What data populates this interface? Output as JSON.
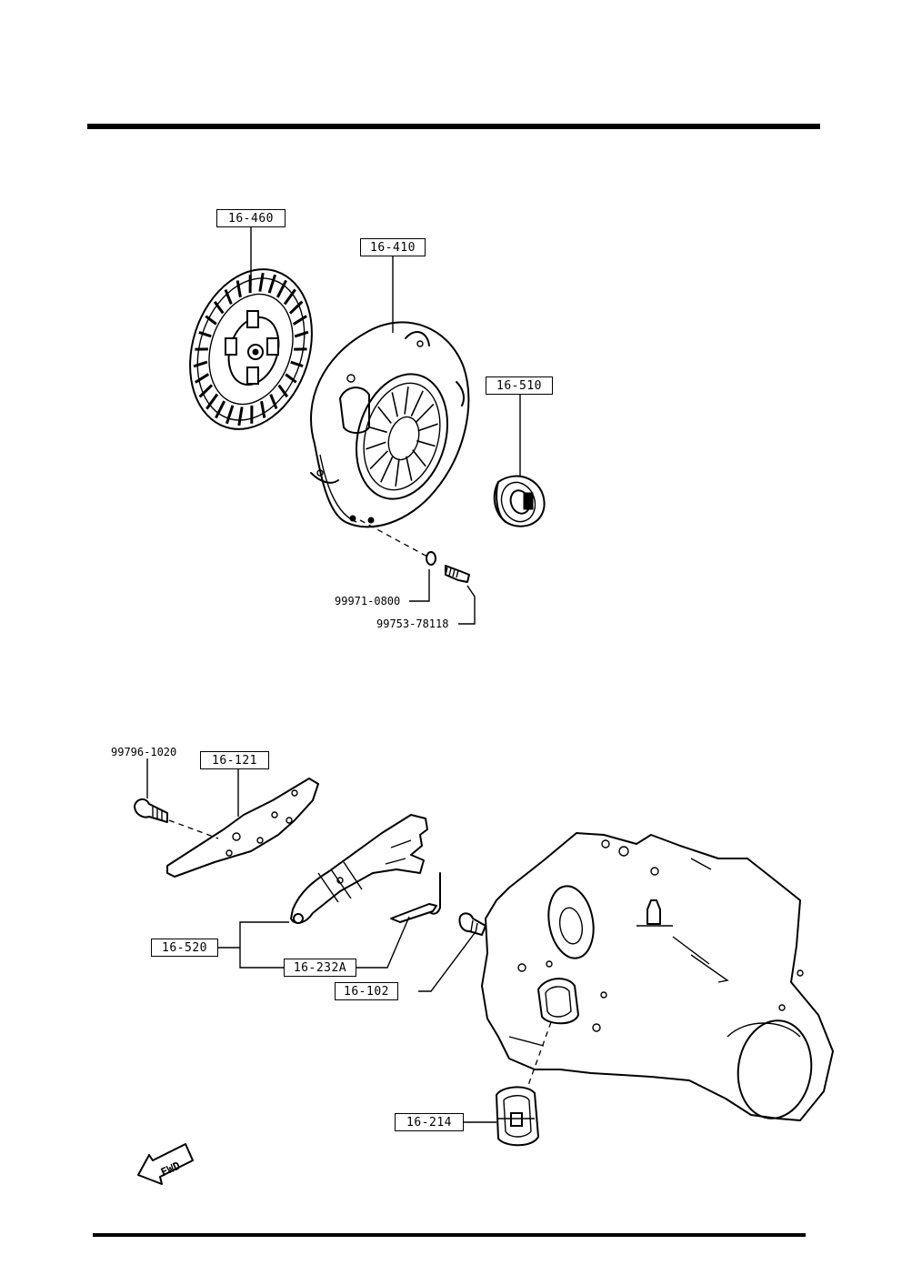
{
  "diagram": {
    "upper_group": {
      "clutch_disc": {
        "part_no": "16-460"
      },
      "pressure_plate": {
        "part_no": "16-410"
      },
      "release_bearing": {
        "part_no": "16-510"
      },
      "washer": {
        "part_no": "99971-0800"
      },
      "bolt": {
        "part_no": "99753-78118"
      }
    },
    "lower_group": {
      "mount_bolt": {
        "part_no": "99796-1020"
      },
      "cover_plate": {
        "part_no": "16-121"
      },
      "release_fork": {
        "part_no": "16-520"
      },
      "fork_spring": {
        "part_no": "16-232A"
      },
      "pivot_bolt": {
        "part_no": "16-102"
      },
      "boot": {
        "part_no": "16-214"
      },
      "direction_marker": {
        "text": "FWD"
      }
    }
  }
}
